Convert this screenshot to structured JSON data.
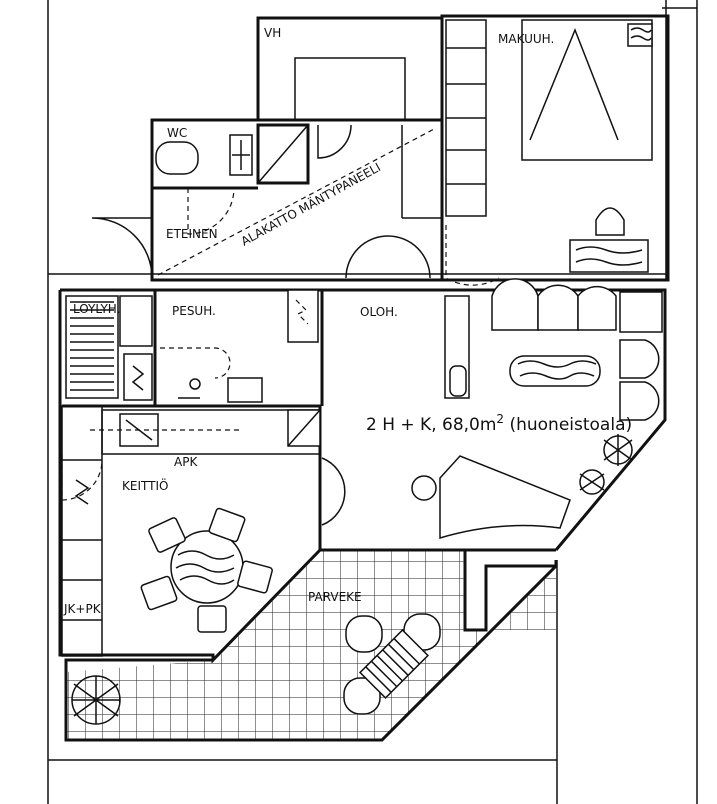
{
  "rooms": {
    "vh": "VH",
    "makuuh": "MAKUUH.",
    "wc": "WC",
    "eteinen": "ETEINEN",
    "ceiling_note": "ALAKATTO MÄNTYPANEELI",
    "loyly": "LÖYLYH.",
    "pesuh": "PESUH.",
    "oloh": "OLOH.",
    "apk": "APK",
    "keittio": "KEITTIÖ",
    "jkpk": "JK+PK",
    "parveke": "PARVEKE"
  },
  "area": {
    "prefix": "2 H + K,  68,0m",
    "sup": "2",
    "suffix": " (huoneistoala)"
  }
}
